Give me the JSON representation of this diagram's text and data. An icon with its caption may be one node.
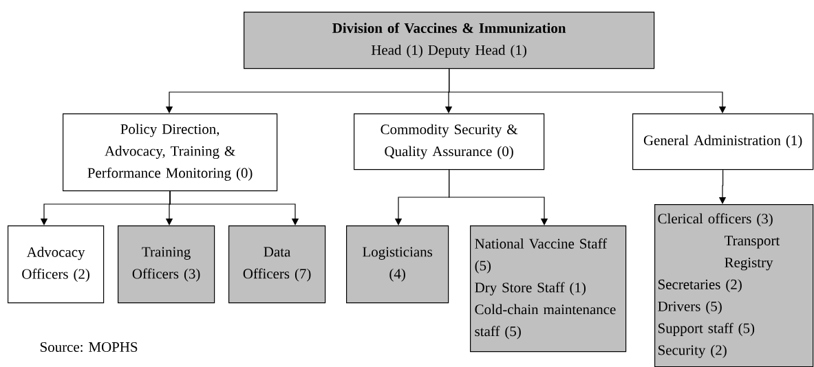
{
  "diagram": {
    "nodes": [
      {
        "text": [
          "Division of Vaccines & Immunization",
          "Head (1) Deputy Head (1)"
        ]
      },
      {
        "text": [
          "Policy Direction, Advocacy, Training & Performance Monitoring (0)"
        ]
      },
      {
        "text": [
          "Commodity Security & Quality Assurance (0)"
        ]
      },
      {
        "text": [
          "General Administration (1)"
        ]
      },
      {
        "text": [
          "Advocacy Officers (2)"
        ]
      },
      {
        "text": [
          "Training Officers (3)"
        ]
      },
      {
        "text": [
          "Data Officers (7)"
        ]
      },
      {
        "text": [
          "Logisticians (4)"
        ]
      },
      {
        "text": [
          "National Vaccine Staff (5)",
          "Dry Store Staff (1)",
          "Cold-chain maintenance staff (5)"
        ]
      },
      {
        "text": [
          "Clerical officers (3)",
          "Transport",
          "Registry",
          "Secretaries (2)",
          "Drivers (5)",
          "Support staff (5)",
          "Security (2)"
        ]
      }
    ],
    "edges": [
      {
        "from": 0,
        "to": 1,
        "arrow": "to"
      },
      {
        "from": 0,
        "to": 2,
        "arrow": "to"
      },
      {
        "from": 0,
        "to": 3,
        "arrow": "to"
      },
      {
        "from": 1,
        "to": 4,
        "arrow": "to"
      },
      {
        "from": 1,
        "to": 5,
        "arrow": "to"
      },
      {
        "from": 1,
        "to": 6,
        "arrow": "to"
      },
      {
        "from": 2,
        "to": 7,
        "arrow": "to"
      },
      {
        "from": 2,
        "to": 8,
        "arrow": "to"
      },
      {
        "from": 3,
        "to": 9,
        "arrow": "to"
      }
    ],
    "labels": [
      "Source: MOPHS"
    ]
  }
}
